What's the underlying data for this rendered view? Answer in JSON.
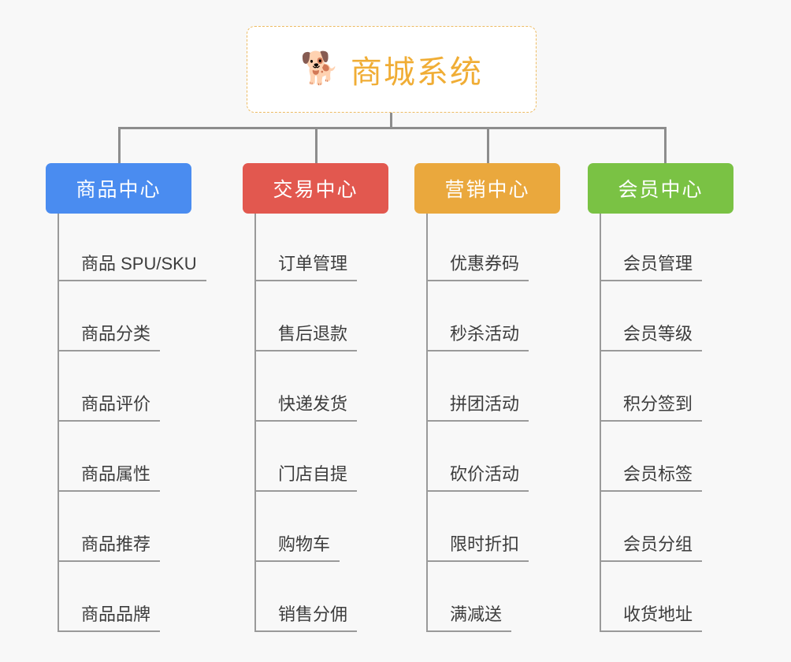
{
  "background_color": "#f8f8f8",
  "root": {
    "icon": "shiba-dog-face-icon",
    "icon_glyph": "🐕",
    "title": "商城系统",
    "title_color": "#f0ad35",
    "border_color": "#edbb62",
    "border_style": "dashed"
  },
  "connector_color": "#8d8d8d",
  "columns": [
    {
      "title": "商品中心",
      "color": "#4a8cf0",
      "items": [
        "商品 SPU/SKU",
        "商品分类",
        "商品评价",
        "商品属性",
        "商品推荐",
        "商品品牌"
      ]
    },
    {
      "title": "交易中心",
      "color": "#e2584f",
      "items": [
        "订单管理",
        "售后退款",
        "快递发货",
        "门店自提",
        "购物车",
        "销售分佣"
      ]
    },
    {
      "title": "营销中心",
      "color": "#eaa83d",
      "items": [
        "优惠券码",
        "秒杀活动",
        "拼团活动",
        "砍价活动",
        "限时折扣",
        "满减送"
      ]
    },
    {
      "title": "会员中心",
      "color": "#7ac244",
      "items": [
        "会员管理",
        "会员等级",
        "积分签到",
        "会员标签",
        "会员分组",
        "收货地址"
      ]
    }
  ]
}
